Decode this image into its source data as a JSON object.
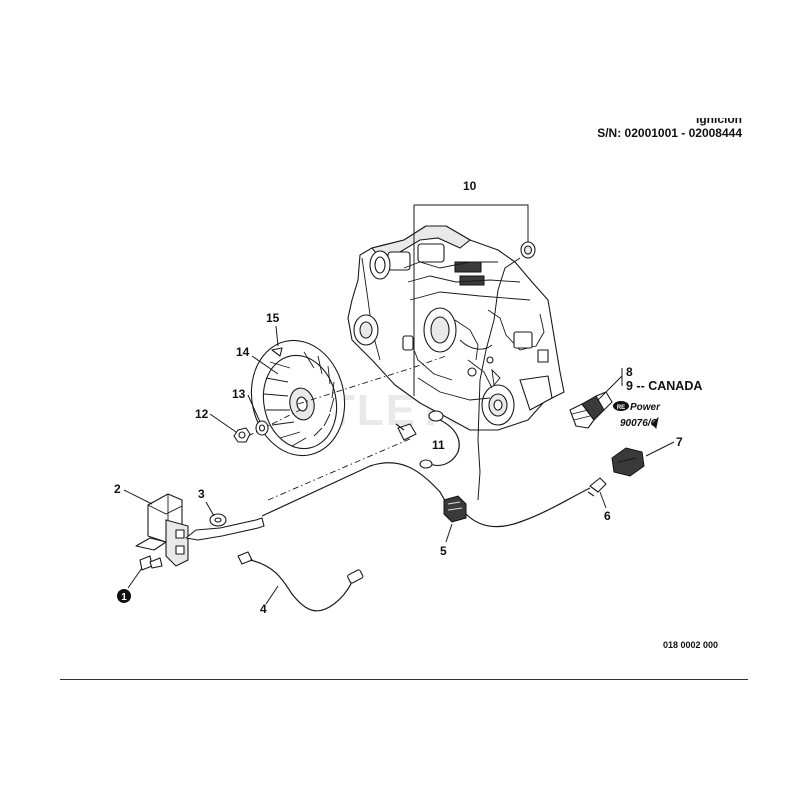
{
  "header": {
    "title": "Ignición",
    "serial_range": "S/N: 02001001 - 02008444"
  },
  "diagram": {
    "reference_code": "018 0002 000",
    "watermark": "OUTLETS",
    "brand_mark": "Power",
    "brand_mark_prefix": "RE",
    "brand_part_number": "90076/C",
    "callouts": {
      "c1": "1",
      "c2": "2",
      "c3": "3",
      "c4": "4",
      "c5": "5",
      "c6": "6",
      "c7": "7",
      "c8": "8",
      "c9": "9 -- CANADA",
      "c10": "10",
      "c11": "11",
      "c12": "12",
      "c13": "13",
      "c14": "14",
      "c15": "15"
    }
  }
}
